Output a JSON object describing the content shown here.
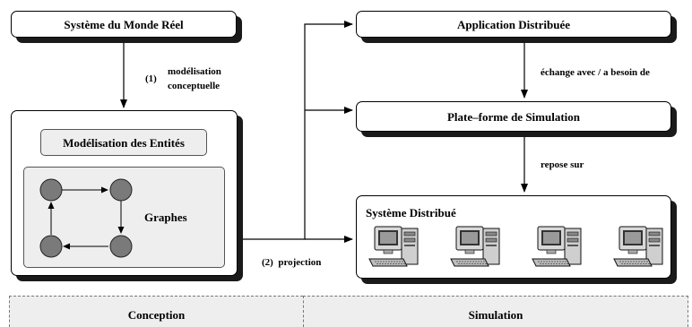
{
  "boxes": {
    "systeme_monde_reel": "Système du Monde Réel",
    "application_distribuee": "Application Distribuée",
    "plate_forme_simulation": "Plate–forme de Simulation",
    "systeme_distribue": "Système Distribué",
    "modelisation_entites": "Modélisation des Entités",
    "graphes": "Graphes"
  },
  "edges": {
    "step1_number": "(1)",
    "step1_line1": "modélisation",
    "step1_line2": "conceptuelle",
    "step2": "(2)  projection",
    "echange": "échange avec / a besoin de",
    "repose": "repose sur"
  },
  "phases": {
    "conception": "Conception",
    "simulation": "Simulation"
  },
  "computers": [
    {
      "name": "computer-1"
    },
    {
      "name": "computer-2"
    },
    {
      "name": "computer-3"
    },
    {
      "name": "computer-4"
    }
  ],
  "colors": {
    "shadow": "#1a1a1a",
    "panel_fill": "#eeeeee",
    "node_fill": "#7a7a7a"
  }
}
